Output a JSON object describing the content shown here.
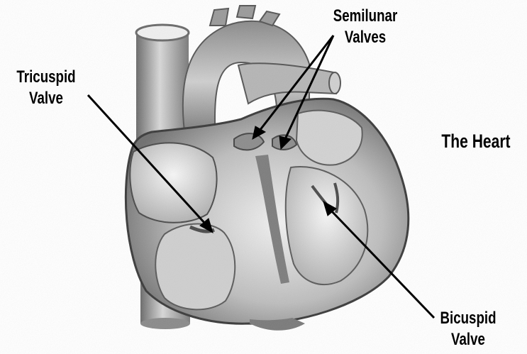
{
  "labels": {
    "semilunar": [
      "Semilunar",
      "Valves"
    ],
    "tricuspid": [
      "Tricuspid",
      "Valve"
    ],
    "bicuspid": [
      "Bicuspid",
      "Valve"
    ]
  },
  "title": "The Heart",
  "colors": {
    "ink": "#000000",
    "tissue_dark": "#5a5a5a",
    "tissue_mid": "#9a9a9a",
    "tissue_light": "#e4e4e4"
  }
}
